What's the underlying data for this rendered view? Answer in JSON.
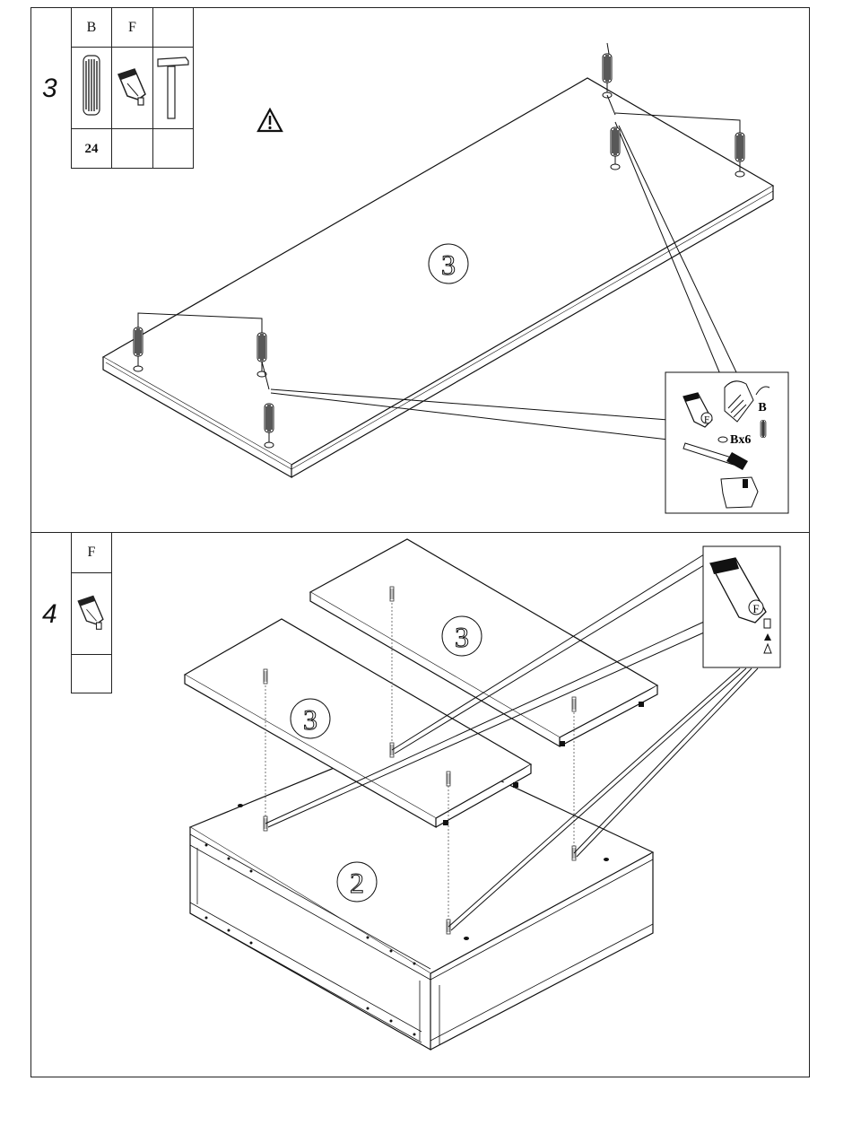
{
  "step3": {
    "number": "3",
    "parts": [
      {
        "label": "B",
        "icon": "dowel-icon",
        "qty": "24"
      },
      {
        "label": "F",
        "icon": "glue-bottle-icon",
        "qty": ""
      },
      {
        "label": "",
        "icon": "hammer-icon",
        "qty": ""
      }
    ],
    "warning_icon": "warning-triangle-icon",
    "panel_label": "3",
    "detail": {
      "glue_label": "F",
      "dowel_label": "B",
      "count_label": "Bx6"
    }
  },
  "step4": {
    "number": "4",
    "parts": [
      {
        "label": "F",
        "icon": "glue-bottle-icon",
        "qty": ""
      }
    ],
    "shelf_label_1": "3",
    "shelf_label_2": "3",
    "frame_label": "2",
    "detail": {
      "glue_label": "F"
    }
  }
}
